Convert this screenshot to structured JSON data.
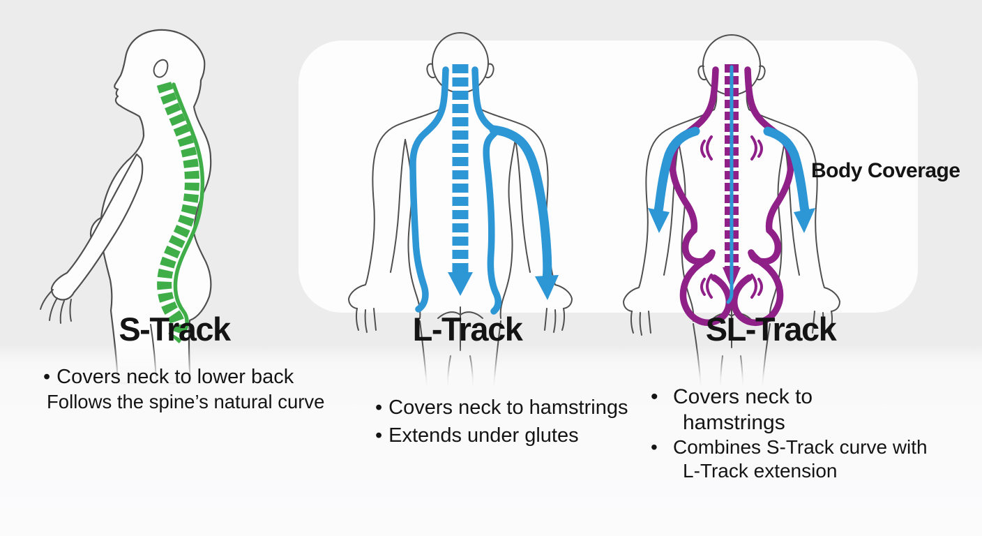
{
  "colors": {
    "green": "#3fae49",
    "blue": "#2d96d5",
    "purple": "#8e2088",
    "outline": "#4f4f4f",
    "text": "#141414",
    "panel": "#fdfdfe",
    "bg-top": "#ececed",
    "bg-bottom": "#f9f9fa"
  },
  "body_coverage_label": "Body Coverage",
  "tracks": [
    {
      "title": "S-Track",
      "color": "#3fae49",
      "figure": "side-view-body-with-curved-spine",
      "items": [
        {
          "marker": "•",
          "text": "Covers neck to lower back"
        },
        {
          "marker": "",
          "text": "Follows the spine’s natural curve"
        }
      ]
    },
    {
      "title": "L-Track",
      "color": "#2d96d5",
      "figure": "back-view-body-with-long-track-and-arm-arrow",
      "items": [
        {
          "marker": "•",
          "text": "Covers neck to hamstrings"
        },
        {
          "marker": "•",
          "text": "Extends under glutes"
        }
      ]
    },
    {
      "title": "SL-Track",
      "color": "#8e2088",
      "figure": "back-view-body-with-contoured-track-and-arm-arrows",
      "items": [
        {
          "marker": "•",
          "text": "Covers neck to hamstrings"
        },
        {
          "marker": "•",
          "text": "Combines S-Track curve with L-Track extension"
        }
      ]
    }
  ]
}
